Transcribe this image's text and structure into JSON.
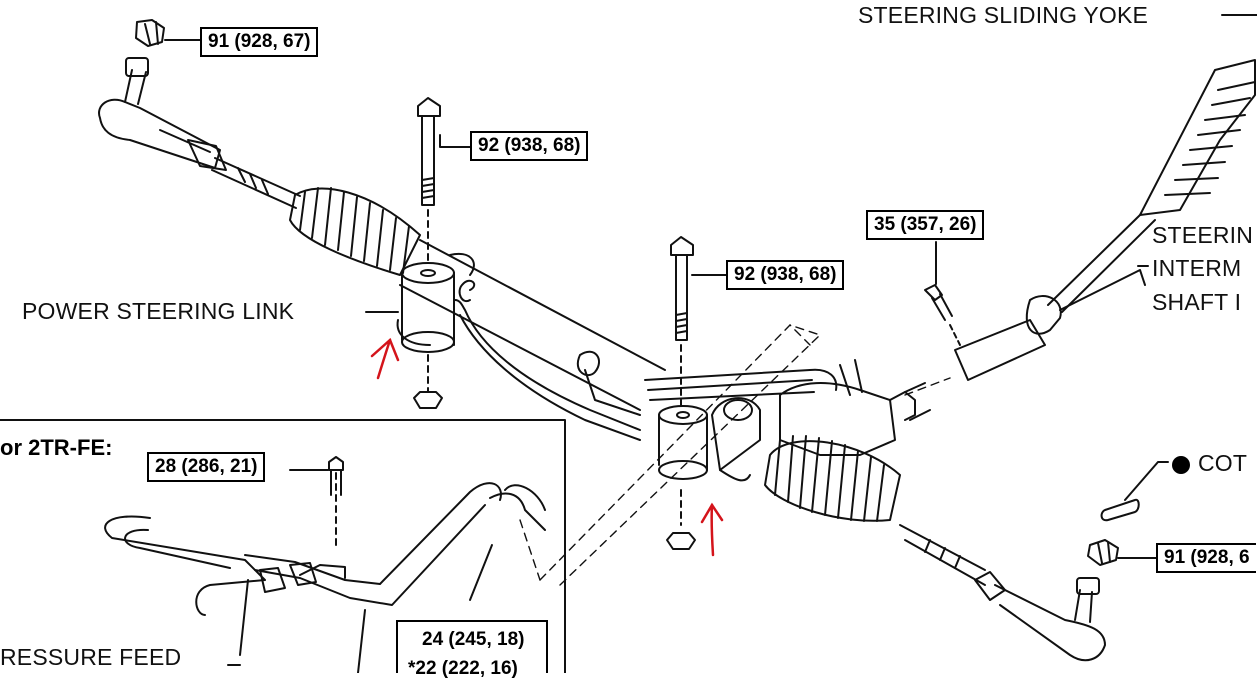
{
  "labels": {
    "steering_sliding_yoke": "STEERING SLIDING YOKE",
    "power_steering_link": "POWER STEERING LINK",
    "steering_shaft_line1": "STEERIN",
    "steering_shaft_line2": "INTERM",
    "steering_shaft_line3": "SHAFT I",
    "cotter_pin": "COT",
    "pressure_feed": "RESSURE FEED"
  },
  "inset": {
    "title": "or 2TR-FE:"
  },
  "torques": {
    "nut_top_left": "91 (928, 67)",
    "bolt_upper": "92 (938, 68)",
    "bolt_middle": "92 (938, 68)",
    "bolt_yoke": "35 (357, 26)",
    "nut_right": "91 (928, 6",
    "inset_bolt": "28 (286, 21)",
    "inset_union_line1": "24 (245, 18)",
    "inset_union_line2": "*22 (222, 16)"
  },
  "colors": {
    "ink": "#111111",
    "annotation": "#d4141b"
  }
}
